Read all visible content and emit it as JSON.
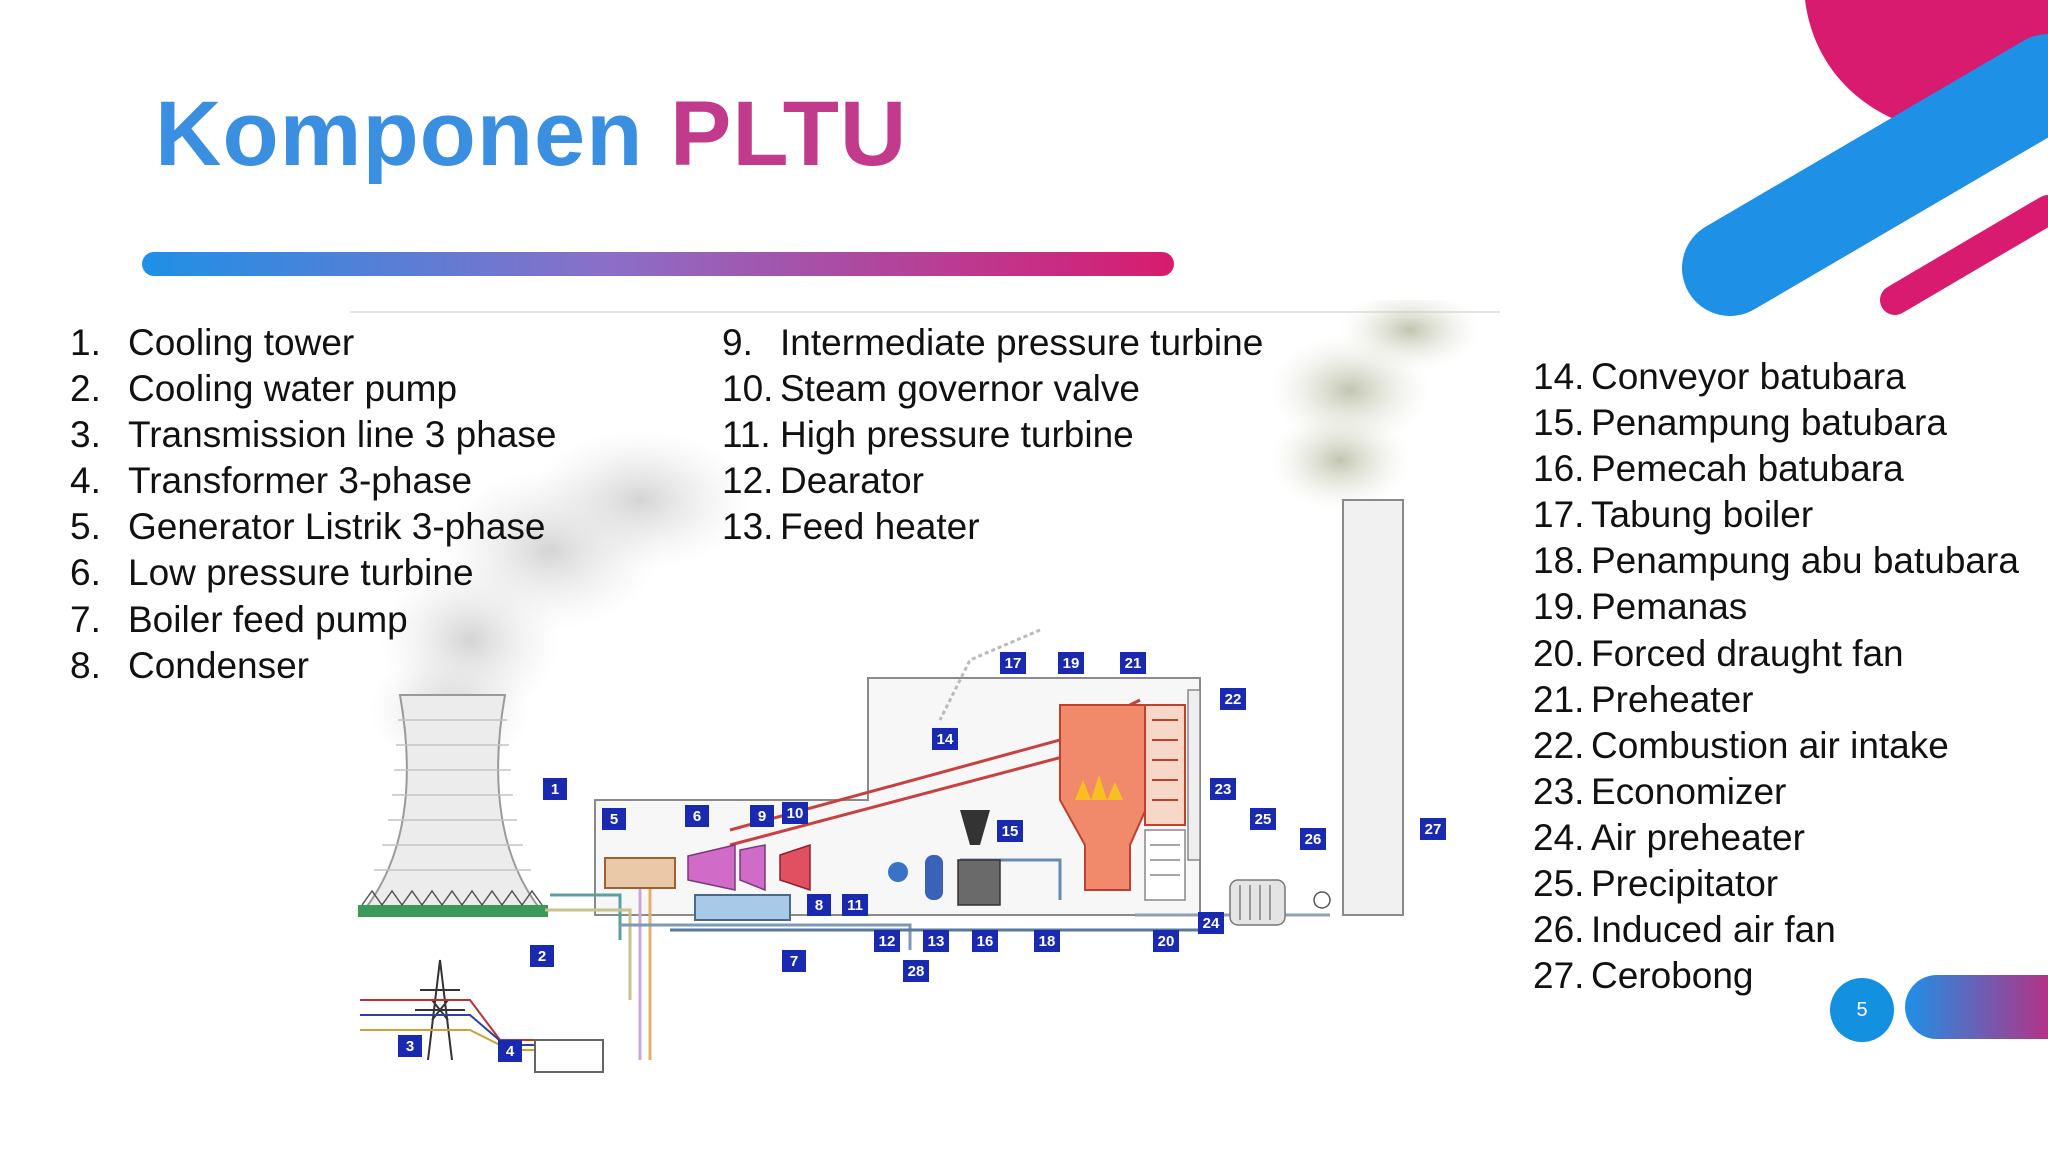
{
  "slide": {
    "title_part1": "Komponen",
    "title_part2": "PLTU",
    "page_number": "5"
  },
  "colors": {
    "blue": "#1e90e6",
    "magenta": "#d81b6e",
    "title_blue": "#3a8fe0",
    "title_magenta": "#c23a8c"
  },
  "legend_left": [
    {
      "num": "1.",
      "label": "Cooling tower"
    },
    {
      "num": "2.",
      "label": "Cooling water pump"
    },
    {
      "num": "3.",
      "label": "Transmission line 3 phase"
    },
    {
      "num": "4.",
      "label": "Transformer 3-phase"
    },
    {
      "num": "5.",
      "label": "Generator Listrik 3-phase"
    },
    {
      "num": "6.",
      "label": "Low pressure turbine"
    },
    {
      "num": "7.",
      "label": "Boiler feed pump"
    },
    {
      "num": "8.",
      "label": "Condenser"
    }
  ],
  "legend_middle": [
    {
      "num": "9.",
      "label": "Intermediate pressure turbine"
    },
    {
      "num": "10.",
      "label": "Steam governor valve"
    },
    {
      "num": "11.",
      "label": "High pressure turbine"
    },
    {
      "num": "12.",
      "label": "Dearator"
    },
    {
      "num": "13.",
      "label": "Feed heater"
    }
  ],
  "legend_right": [
    {
      "num": "14.",
      "label": "Conveyor batubara"
    },
    {
      "num": "15.",
      "label": "Penampung batubara"
    },
    {
      "num": "16.",
      "label": "Pemecah batubara"
    },
    {
      "num": "17.",
      "label": "Tabung boiler"
    },
    {
      "num": "18.",
      "label": "Penampung abu batubara"
    },
    {
      "num": "19.",
      "label": "Pemanas"
    },
    {
      "num": "20.",
      "label": "Forced draught fan"
    },
    {
      "num": "21.",
      "label": "Preheater"
    },
    {
      "num": "22.",
      "label": "Combustion air intake"
    },
    {
      "num": "23.",
      "label": "Economizer"
    },
    {
      "num": "24.",
      "label": "Air preheater"
    },
    {
      "num": "25.",
      "label": "Precipitator"
    },
    {
      "num": "26.",
      "label": "Induced air fan"
    },
    {
      "num": "27.",
      "label": "Cerobong"
    }
  ],
  "diagram_badges": [
    "1",
    "2",
    "3",
    "4",
    "5",
    "6",
    "7",
    "8",
    "9",
    "10",
    "11",
    "12",
    "13",
    "14",
    "15",
    "16",
    "17",
    "18",
    "19",
    "20",
    "21",
    "22",
    "23",
    "24",
    "25",
    "26",
    "27",
    "28"
  ]
}
